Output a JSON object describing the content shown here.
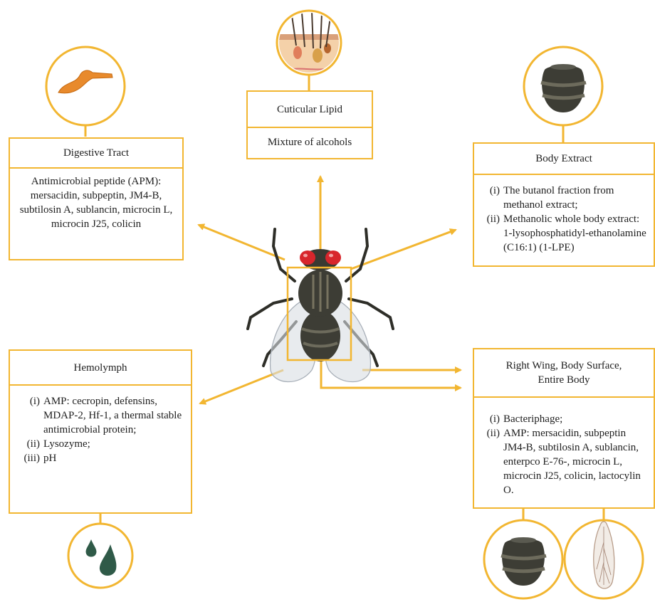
{
  "colors": {
    "accent": "#f2b631",
    "fly_body": "#3d3d35",
    "fly_eye": "#d8262c",
    "droplet": "#2f5a48",
    "gut": "#e88a2c"
  },
  "icons": {
    "digestive": "digestive-tract-icon",
    "cuticle": "skin-cross-section-icon",
    "body": "fly-abdomen-icon",
    "hemolymph": "droplets-icon",
    "wing": "fly-wing-icon",
    "center": "housefly-icon"
  },
  "digestive": {
    "title": "Digestive Tract",
    "text": "Antimicrobial peptide (APM): mersacidin, subpeptin, JM4-B, subtilosin A, sublancin, microcin L, microcin J25, colicin"
  },
  "cuticular": {
    "title": "Cuticular Lipid",
    "text": "Mixture of alcohols"
  },
  "body_extract": {
    "title": "Body Extract",
    "items": [
      {
        "num": "(i)",
        "text": "The butanol fraction from methanol extract;"
      },
      {
        "num": "(ii)",
        "text": "Methanolic whole body extract: 1-lysophosphatidyl-ethanolamine (C16:1) (1-LPE)"
      }
    ]
  },
  "hemolymph": {
    "title": "Hemolymph",
    "items": [
      {
        "num": "(i)",
        "text": "AMP: cecropin, defensins, MDAP-2, Hf-1, a thermal stable antimicrobial protein;"
      },
      {
        "num": "(ii)",
        "text": "Lysozyme;"
      },
      {
        "num": "(iii)",
        "text": "pH"
      }
    ]
  },
  "right_wing": {
    "title": "Right Wing, Body Surface, Entire Body",
    "items": [
      {
        "num": "(i)",
        "text": "Bacteriphage;"
      },
      {
        "num": "(ii)",
        "text": "AMP: mersacidin, subpeptin JM4-B, subtilosin A, sublancin, enterpco E-76-, microcin L, microcin J25, colicin, lactocylin O."
      }
    ]
  }
}
